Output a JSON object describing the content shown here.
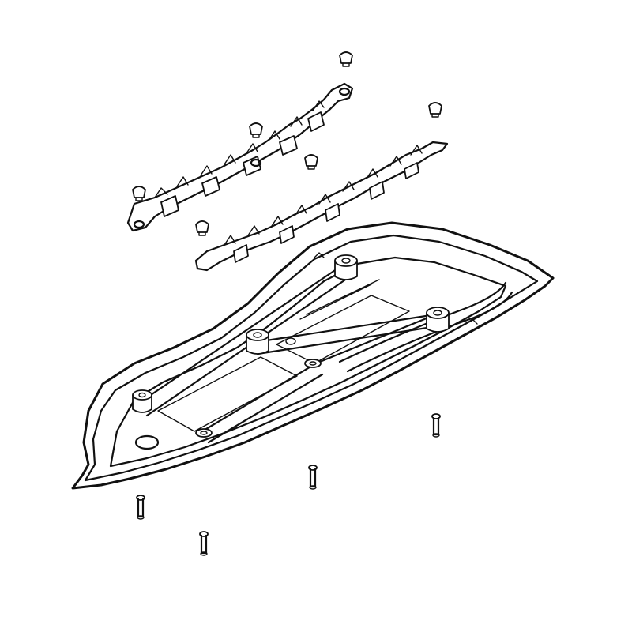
{
  "colors": {
    "background": "#ffffff",
    "ink": "#111111"
  },
  "parts": {
    "seat_base": {
      "kind": "seat-base-pan"
    },
    "rails": [
      {
        "kind": "hook-rail"
      },
      {
        "kind": "hook-rail"
      }
    ],
    "clips": [
      {
        "kind": "push-clip"
      },
      {
        "kind": "push-clip"
      },
      {
        "kind": "push-clip"
      },
      {
        "kind": "push-clip"
      },
      {
        "kind": "push-clip"
      },
      {
        "kind": "push-clip"
      }
    ],
    "screws": [
      {
        "kind": "screw"
      },
      {
        "kind": "screw"
      },
      {
        "kind": "screw"
      },
      {
        "kind": "screw"
      }
    ]
  }
}
